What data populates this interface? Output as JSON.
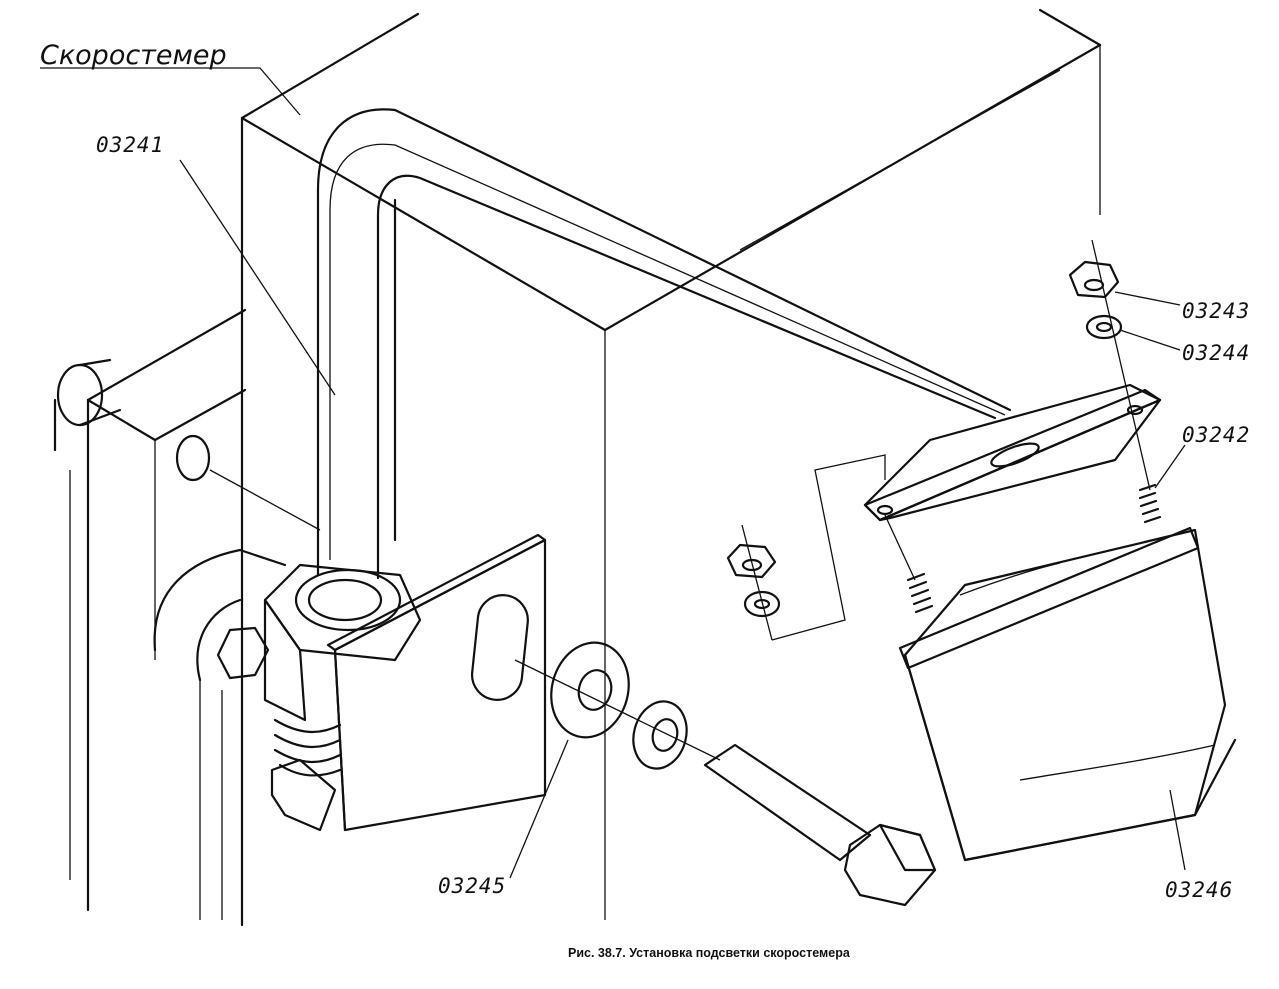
{
  "labels": {
    "speedometer": "Скоростемер",
    "p03241": "03241",
    "p03243": "03243",
    "p03244": "03244",
    "p03242": "03242",
    "p03245": "03245",
    "p03246": "03246"
  },
  "caption": "Рис. 38.7. Установка подсветки скоростемера"
}
